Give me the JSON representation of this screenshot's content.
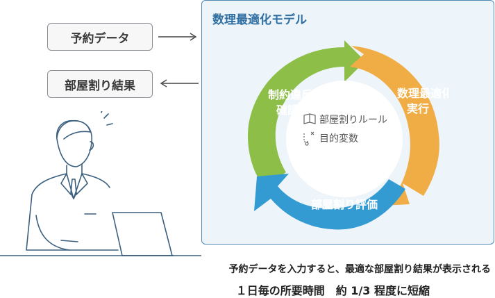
{
  "inputs": {
    "data_label": "予約データ",
    "result_label": "部屋割り結果"
  },
  "panel": {
    "title": "数理最適化モデル"
  },
  "cycle": {
    "segments": [
      {
        "label_line1": "制約違反",
        "label_line2": "確認",
        "color": "#8cbe48"
      },
      {
        "label_line1": "数理最適化",
        "label_line2": "実行",
        "color": "#f1ad45"
      },
      {
        "label": "部屋割り評価",
        "color": "#339bd2"
      }
    ],
    "center_items": [
      {
        "icon": "book-icon",
        "label": "部屋割りルール"
      },
      {
        "icon": "variable-icon",
        "label": "目的変数"
      }
    ]
  },
  "captions": {
    "line1": "予約データを入力すると、最適な部屋割り結果が表示される",
    "line2": "１日毎の所要時間　約 1/3 程度に短縮"
  }
}
